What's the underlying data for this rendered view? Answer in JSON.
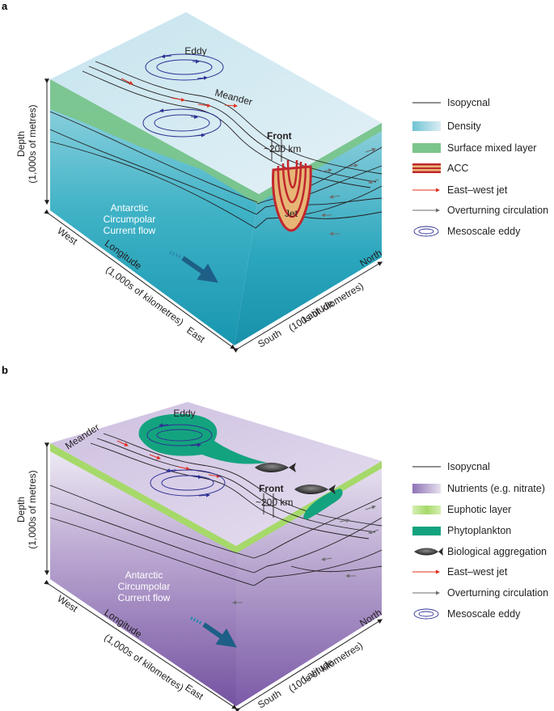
{
  "panel_a": {
    "label": "a",
    "eddy": "Eddy",
    "meander": "Meander",
    "front": "Front",
    "km": "~200 km",
    "jet": "Jet",
    "acc_flow": [
      "Antarctic",
      "Circumpolar",
      "Current flow"
    ],
    "depth": [
      "Depth",
      "(1,000s of metres)"
    ],
    "west": "West",
    "east": "East",
    "longitude": [
      "Longitude",
      "(1,000s of kilometres)"
    ],
    "south": "South",
    "north": "North",
    "latitude": [
      "Latitude",
      "(100s of kilometres)"
    ],
    "legend": [
      {
        "label": "Isopycnal",
        "icon": "isopycnal-line"
      },
      {
        "label": "Density",
        "icon": "density-gradient"
      },
      {
        "label": "Surface mixed layer",
        "icon": "mixed-layer-swatch"
      },
      {
        "label": "ACC",
        "icon": "acc-swatch"
      },
      {
        "label": "East–west jet",
        "icon": "red-arrow"
      },
      {
        "label": "Overturning circulation",
        "icon": "grey-arrow"
      },
      {
        "label": "Mesoscale eddy",
        "icon": "eddy-symbol"
      }
    ]
  },
  "panel_b": {
    "label": "b",
    "eddy": "Eddy",
    "meander": "Meander",
    "front": "Front",
    "km": "~200 km",
    "acc_flow": [
      "Antarctic",
      "Circumpolar",
      "Current flow"
    ],
    "depth": [
      "Depth",
      "(1,000s of metres)"
    ],
    "west": "West",
    "east": "East",
    "longitude": [
      "Longitude",
      "(1,000s of kilometres)"
    ],
    "south": "South",
    "north": "North",
    "latitude": [
      "Latitude",
      "(100s of kilometres)"
    ],
    "legend": [
      {
        "label": "Isopycnal",
        "icon": "isopycnal-line"
      },
      {
        "label": "Nutrients (e.g. nitrate)",
        "icon": "nutrient-gradient"
      },
      {
        "label": "Euphotic layer",
        "icon": "euphotic-swatch"
      },
      {
        "label": "Phytoplankton",
        "icon": "phytoplankton-swatch"
      },
      {
        "label": "Biological aggregation",
        "icon": "fish-icon"
      },
      {
        "label": "East–west jet",
        "icon": "red-arrow"
      },
      {
        "label": "Overturning circulation",
        "icon": "grey-arrow"
      },
      {
        "label": "Mesoscale eddy",
        "icon": "eddy-symbol"
      }
    ]
  },
  "colors": {
    "density_top": "#dcedf4",
    "density_deep": "#1a9db5",
    "mixed_layer": "#7bc58c",
    "acc_red": "#c1272d",
    "acc_fill": "#e7b676",
    "jet_red": "#e0301e",
    "overturn_grey": "#6d6e71",
    "eddy_blue": "#2e3192",
    "nutrient_top": "#e6e1ef",
    "nutrient_deep": "#7c5ba6",
    "euphotic": "#a6d96a",
    "phyto": "#14a37f"
  }
}
